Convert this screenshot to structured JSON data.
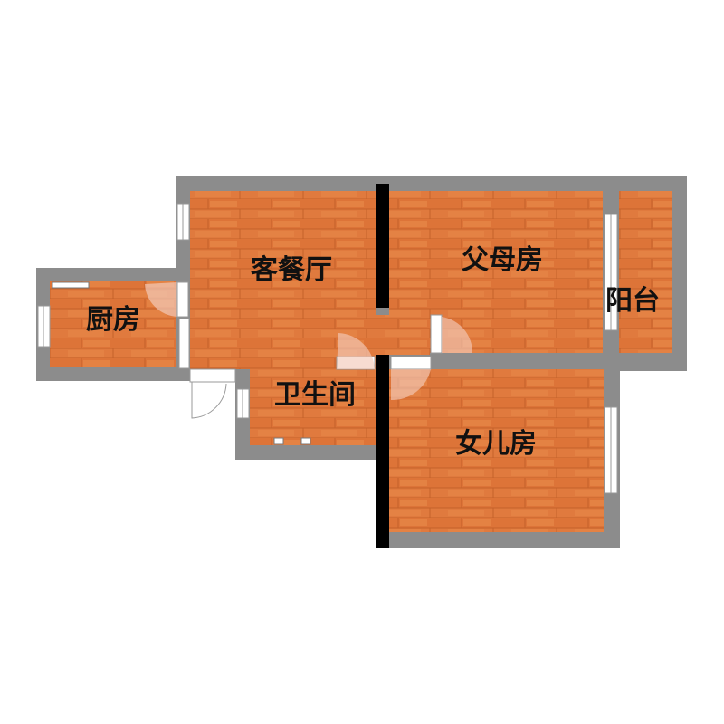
{
  "rooms": [
    {
      "id": "living",
      "label": "客餐厅"
    },
    {
      "id": "parents",
      "label": "父母房"
    },
    {
      "id": "balcony",
      "label": "阳台"
    },
    {
      "id": "kitchen",
      "label": "厨房"
    },
    {
      "id": "bathroom",
      "label": "卫生间"
    },
    {
      "id": "daughter",
      "label": "女儿房"
    }
  ],
  "colors": {
    "background": "#ffffff",
    "wall": "#8c8c8c",
    "wall_black": "#000000",
    "floor": "#e07a3e",
    "floor_plank_line": "#c4612a",
    "floor_highlight": "#f09a58",
    "window": "#ffffff",
    "door_swing": "#f2c9b8"
  },
  "icons": [
    "door-swing-icon",
    "window-icon",
    "toilet-fixture-icon",
    "stove-fixture-icon"
  ]
}
